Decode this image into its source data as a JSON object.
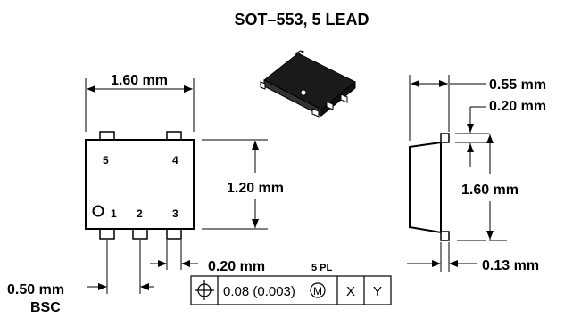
{
  "title": "SOT–553, 5 LEAD",
  "front_view": {
    "width_dim": "1.60 mm",
    "height_dim": "1.20 mm",
    "pitch_dim": "0.50 mm",
    "pitch_note": "BSC",
    "lead_width_dim": "0.20 mm",
    "lead_width_note": "5 PL",
    "pins": {
      "p1": "1",
      "p2": "2",
      "p3": "3",
      "p4": "4",
      "p5": "5"
    }
  },
  "side_view": {
    "thickness_dim": "0.55 mm",
    "lead_thickness_dim": "0.20 mm",
    "length_dim": "1.60 mm",
    "foot_dim": "0.13 mm"
  },
  "tolerance_frame": {
    "symbol": "position",
    "value": "0.08 (0.003)",
    "modifier": "M",
    "datum_1": "X",
    "datum_2": "Y"
  }
}
